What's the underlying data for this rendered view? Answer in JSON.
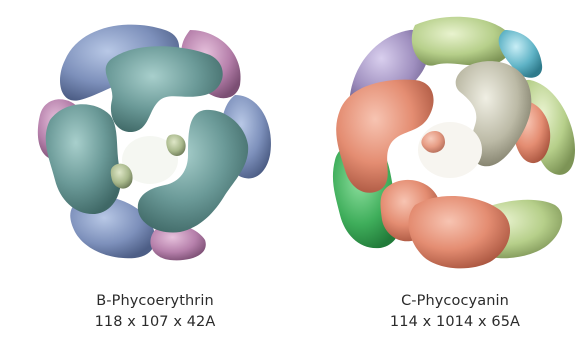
{
  "panels": [
    {
      "name": "B-Phycoerythrin",
      "dimensions": "118 x 107 x 42A",
      "colors": [
        "#5f8f8f",
        "#6e9e9c",
        "#7b8fb8",
        "#b07aa6",
        "#c690bd",
        "#a6b888"
      ]
    },
    {
      "name": "C-Phycocyanin",
      "dimensions": "114 x 1014 x 65A",
      "colors": [
        "#e48d72",
        "#d0735c",
        "#3fae5b",
        "#b6cf8a",
        "#b6b49e",
        "#9f8fbf",
        "#5fb3c6"
      ]
    }
  ]
}
